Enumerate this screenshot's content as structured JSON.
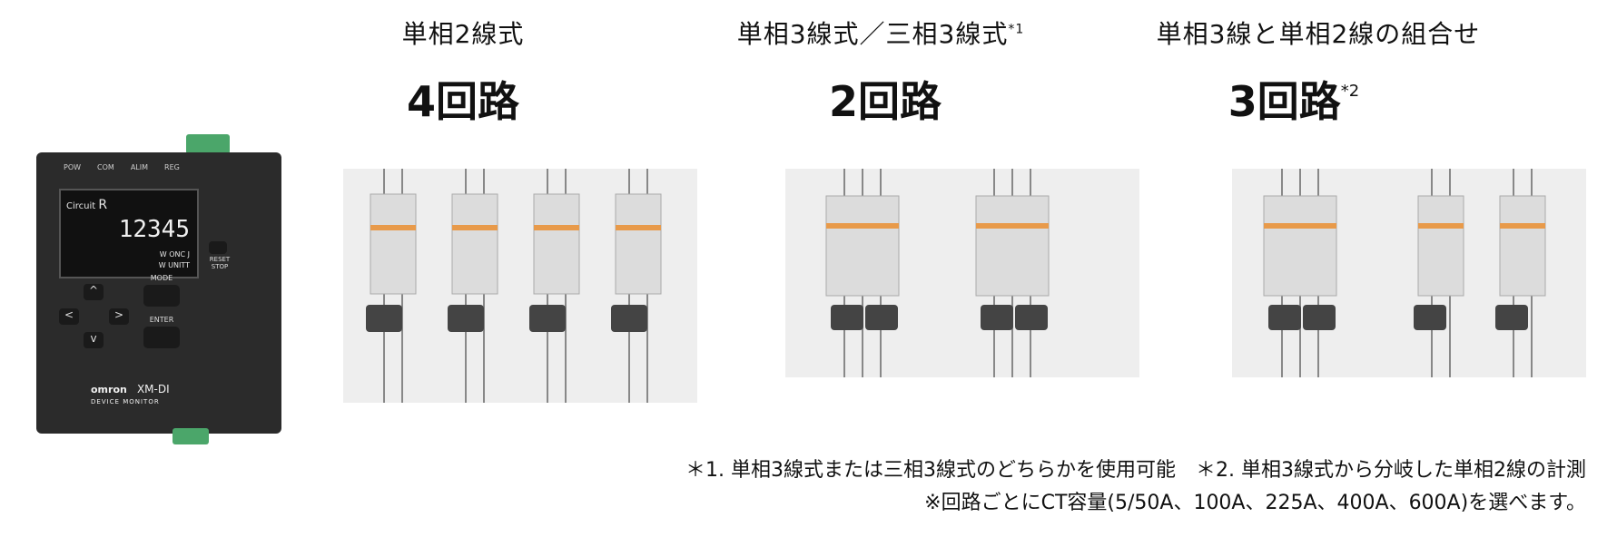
{
  "columns": [
    {
      "heading": "単相2線式",
      "heading_note": "",
      "count": "4回路",
      "count_note": ""
    },
    {
      "heading": "単相3線式／三相3線式",
      "heading_note": "*1",
      "count": "2回路",
      "count_note": ""
    },
    {
      "heading": "単相3線と単相2線の組合せ",
      "heading_note": "",
      "count": "3回路",
      "count_note": "*2"
    }
  ],
  "device": {
    "leds": [
      "POW",
      "COM",
      "ALIM",
      "REG"
    ],
    "lcd_label": "Circuit",
    "lcd_circuit": "R",
    "lcd_value": "12345",
    "lcd_unit_1": "W ONC J",
    "lcd_unit_2": "W UNITT",
    "button_mode": "MODE",
    "button_enter": "ENTER",
    "button_reset": "RESET\nSTOP",
    "brand": "omron",
    "model": "XM-DI",
    "subtitle": "DEVICE MONITOR"
  },
  "footnotes": {
    "line1": "＊1. 単相3線式または三相3線式のどちらかを使用可能　＊2. 単相3線式から分岐した単相2線の計測",
    "line2": "※回路ごとにCT容量(5/50A、100A、225A、400A、600A)を選べます。"
  }
}
